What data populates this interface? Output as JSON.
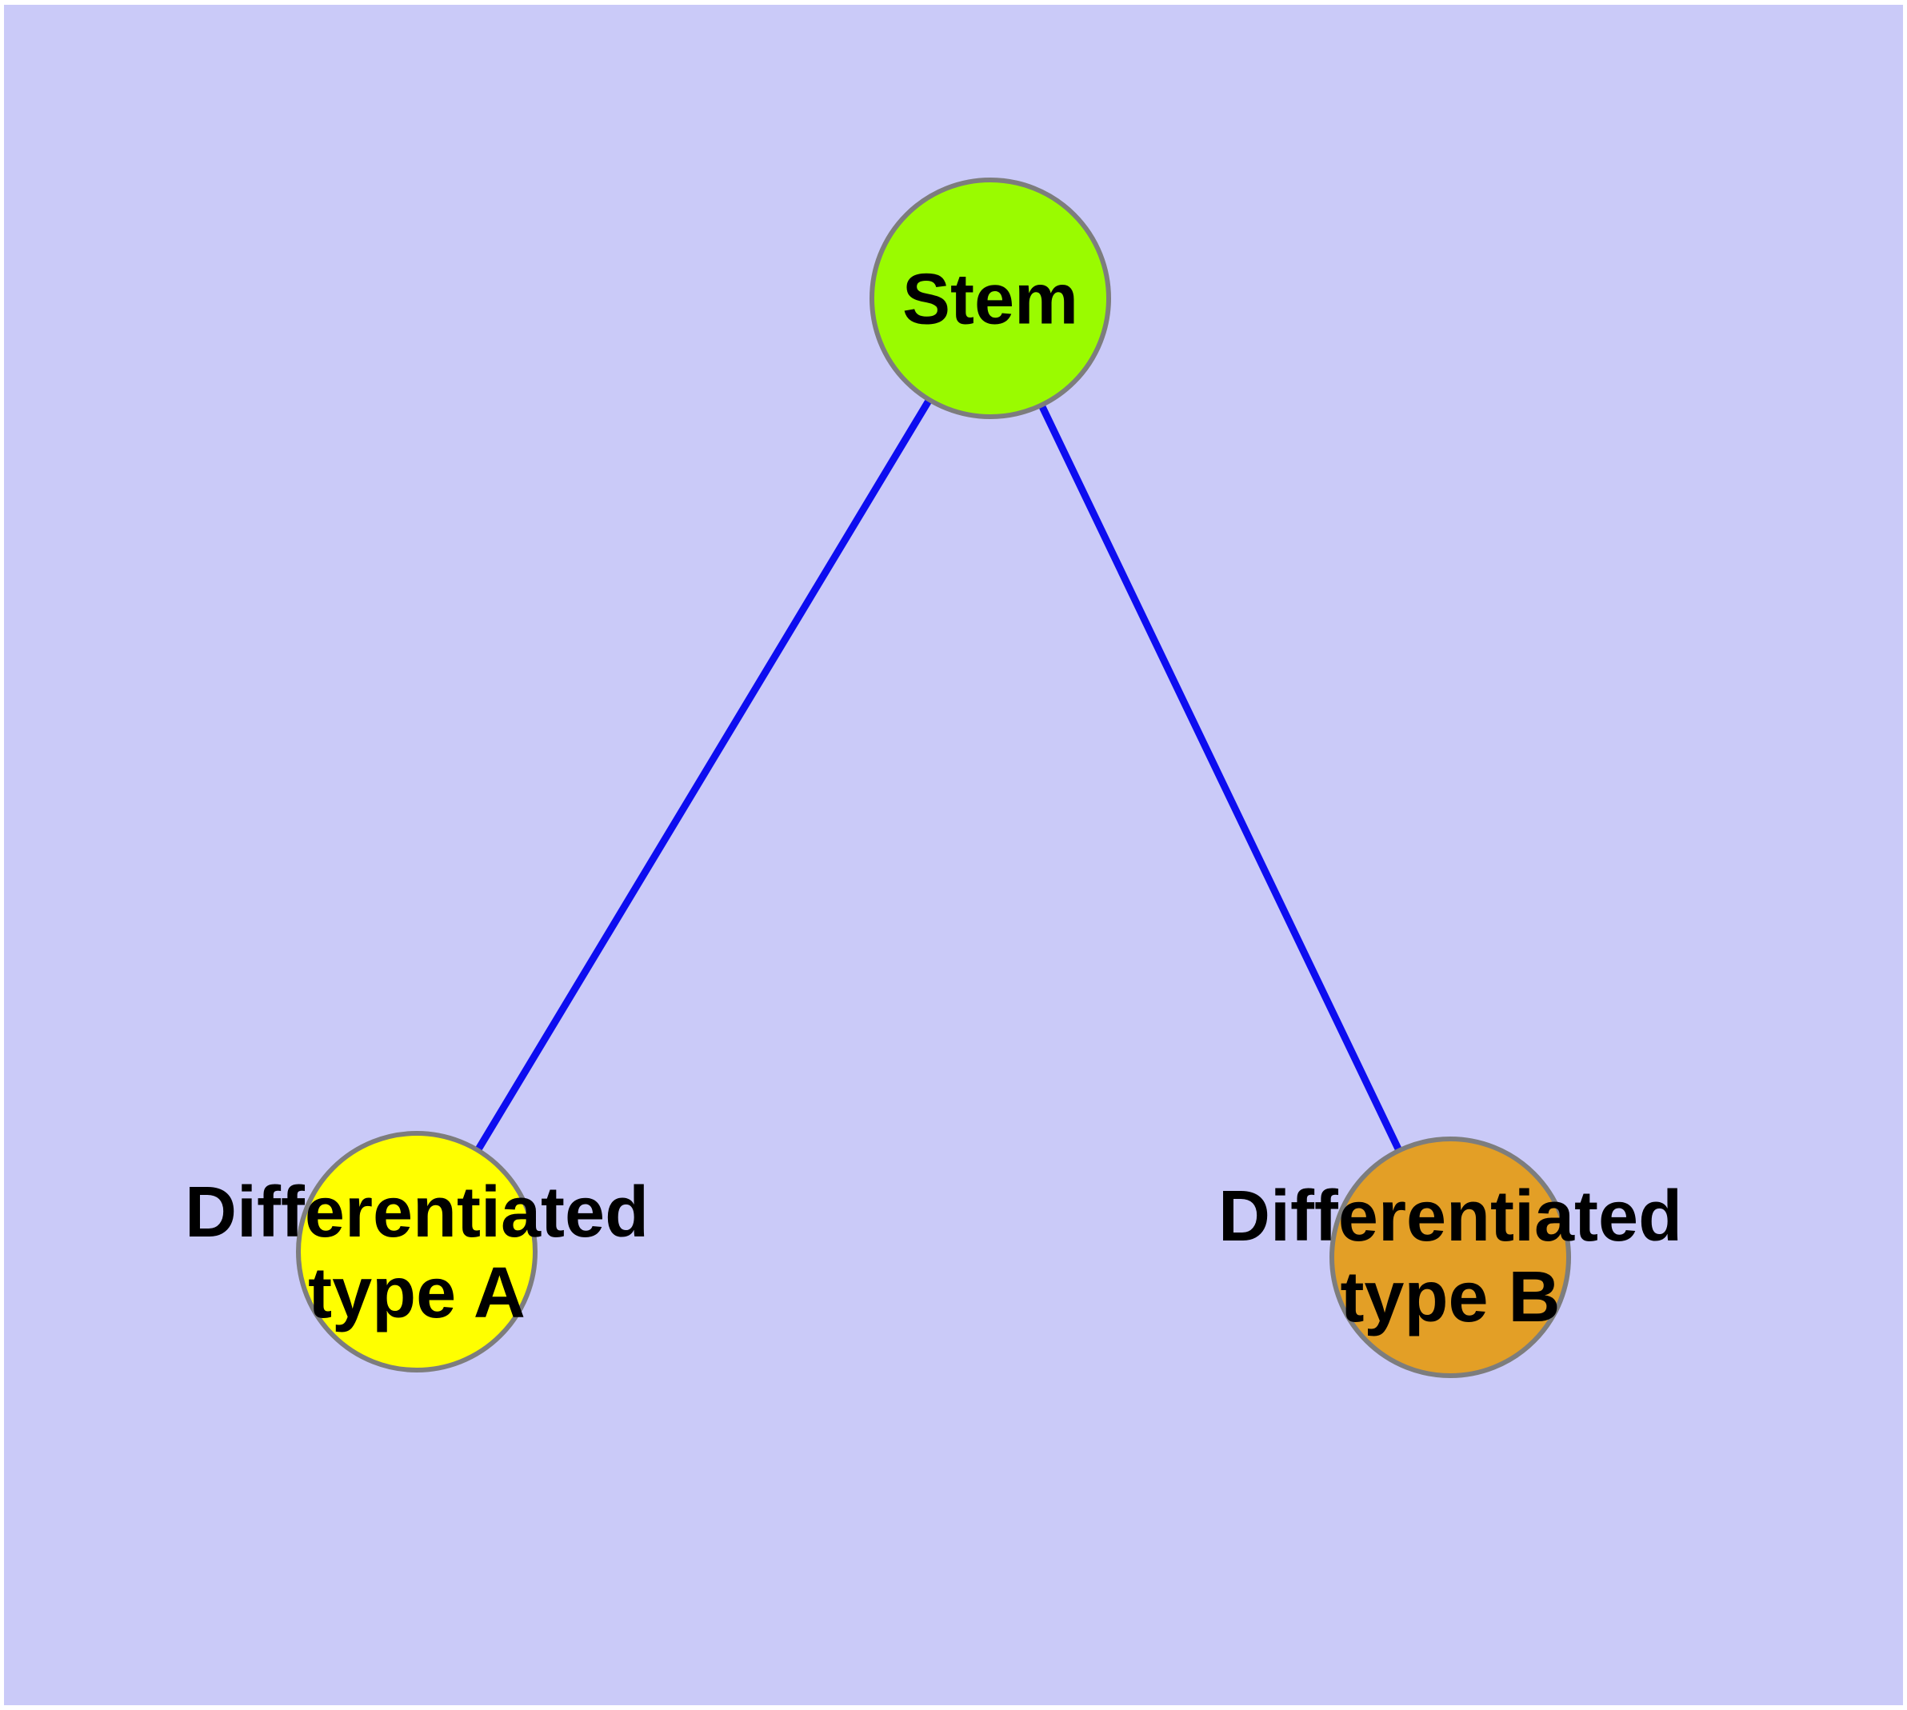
{
  "diagram": {
    "background_color": "#CACAF8",
    "frame_color": "#FFFFFF",
    "edge_color": "#0D0DF0",
    "edge_width": "9",
    "node_border_color": "#7D7D7D",
    "text_color": "#000000",
    "nodes": {
      "stem": {
        "label": "Stem",
        "fill": "#9AFB00"
      },
      "type_a": {
        "label": "Differentiated\ntype A",
        "fill": "#FFFF00"
      },
      "type_b": {
        "label": "Differentiated\ntype B",
        "fill": "#E39F26"
      }
    },
    "edges": [
      {
        "from": "Stem",
        "to": "Differentiated type A"
      },
      {
        "from": "Stem",
        "to": "Differentiated type B"
      }
    ]
  }
}
